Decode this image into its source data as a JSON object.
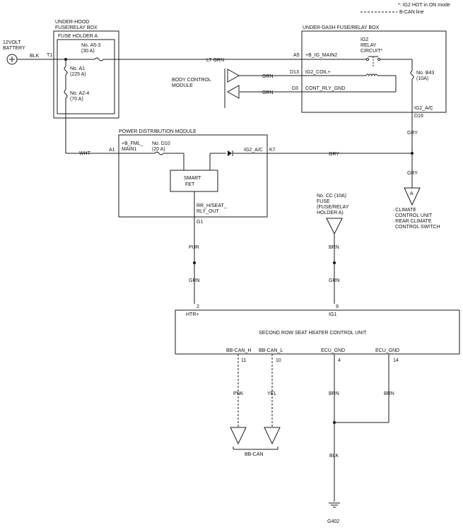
{
  "legend": {
    "ig2_note": "*: IG2 HOT in ON mode",
    "bcan_note": "B-CAN line"
  },
  "battery": {
    "label_line1": "12VOLT",
    "label_line2": "BATTERY",
    "wire": "BLK",
    "terminal": "T1"
  },
  "underhood_box": {
    "title_line1": "UNDER-HOOD",
    "title_line2": "FUSE/RELAY BOX",
    "holder": "FUSE HOLDER A",
    "fuse_a53": "No. A5-3",
    "fuse_a53_amp": "(30 A)",
    "fuse_a1": "No. A1",
    "fuse_a1_amp": "(225 A)",
    "fuse_a24": "No. A2-4",
    "fuse_a24_amp": "(70 A)"
  },
  "underdash_box": {
    "title": "UNDER-DASH FUSE/RELAY BOX",
    "relay_line1": "IG2",
    "relay_line2": "RELAY",
    "relay_line3": "CIRCUIT*",
    "pin_a5": "A5",
    "pin_d13": "D13",
    "pin_d3": "D3",
    "pin_d16": "D16",
    "sig_main2": "+B_IG_MAIN2",
    "sig_coil": "IG2_COIL+",
    "sig_cont": "CONT_RLY_GND",
    "sig_ig2ac": "IG2_A/C",
    "fuse_b43": "No. B43",
    "fuse_b43_amp": "(10A)"
  },
  "bcm": {
    "line1": "BODY CONTROL",
    "line2": "MODULE"
  },
  "pdm": {
    "title": "POWER DISTRIBUTION MODULE",
    "pin_a1": "A1",
    "pin_k7": "K7",
    "pin_g1": "G1",
    "sig_main1_a": "+B_FML_",
    "sig_main1_b": "MAIN1",
    "fuse_d10": "No. D10",
    "fuse_d10_amp": "(20 A)",
    "sig_ig2ac": "IG2_A/C",
    "fet_line1": "SMART",
    "fet_line2": "FET",
    "out_line1": "RR_H/SEAT_",
    "out_line2": "RLY_OUT"
  },
  "fuse_cc": {
    "line1": "No. CC (10A)",
    "line2": "FUSE",
    "line3": "(FUSE/RELAY",
    "line4": "HOLDER A)"
  },
  "wires": {
    "lt_grn": "LT GRN",
    "grn": "GRN",
    "wht": "WHT",
    "gry": "GRY",
    "pur": "PUR",
    "brn": "BRN",
    "pnk": "PNK",
    "yel": "YEL",
    "blk": "BLK"
  },
  "climate": {
    "connector": "A",
    "line1": "· CLIMATE",
    "line2": "CONTROL UNIT",
    "line3": "· REAR CLIMATE",
    "line4": "CONTROL SWITCH"
  },
  "heater_unit": {
    "title": "SECOND ROW SEAT HEATER CONTROL UNIT",
    "pin_2": "2",
    "pin_9": "9",
    "pin_11": "11",
    "pin_10": "10",
    "pin_4": "4",
    "pin_14": "14",
    "sig_htr": "HTR+",
    "sig_ig1": "IG1",
    "sig_canh": "BB-CAN_H",
    "sig_canl": "BB-CAN_L",
    "sig_gnd1": "ECU_GND",
    "sig_gnd2": "ECU_GND"
  },
  "bbcan": "BB-CAN",
  "ground": "G402"
}
